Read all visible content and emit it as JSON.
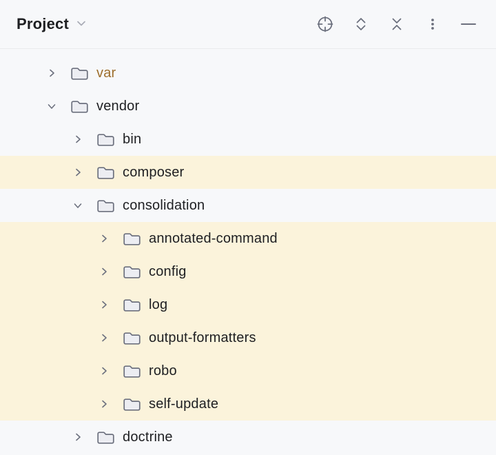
{
  "header": {
    "title": "Project",
    "title_chevron": "chevron-down-icon",
    "icons": [
      {
        "name": "locate-opened-file-icon"
      },
      {
        "name": "expand-all-icon"
      },
      {
        "name": "collapse-all-icon"
      },
      {
        "name": "more-options-icon"
      },
      {
        "name": "hide-panel-icon"
      }
    ]
  },
  "tree": {
    "items": [
      {
        "label": "var",
        "level": 1,
        "expanded": false,
        "highlighted": false,
        "text_style": "excluded"
      },
      {
        "label": "vendor",
        "level": 1,
        "expanded": true,
        "highlighted": false,
        "text_style": "normal"
      },
      {
        "label": "bin",
        "level": 2,
        "expanded": false,
        "highlighted": false,
        "text_style": "normal"
      },
      {
        "label": "composer",
        "level": 2,
        "expanded": false,
        "highlighted": true,
        "text_style": "normal"
      },
      {
        "label": "consolidation",
        "level": 2,
        "expanded": true,
        "highlighted": false,
        "text_style": "normal"
      },
      {
        "label": "annotated-command",
        "level": 3,
        "expanded": false,
        "highlighted": true,
        "text_style": "normal"
      },
      {
        "label": "config",
        "level": 3,
        "expanded": false,
        "highlighted": true,
        "text_style": "normal"
      },
      {
        "label": "log",
        "level": 3,
        "expanded": false,
        "highlighted": true,
        "text_style": "normal"
      },
      {
        "label": "output-formatters",
        "level": 3,
        "expanded": false,
        "highlighted": true,
        "text_style": "normal"
      },
      {
        "label": "robo",
        "level": 3,
        "expanded": false,
        "highlighted": true,
        "text_style": "normal"
      },
      {
        "label": "self-update",
        "level": 3,
        "expanded": false,
        "highlighted": true,
        "text_style": "normal"
      },
      {
        "label": "doctrine",
        "level": 2,
        "expanded": false,
        "highlighted": false,
        "text_style": "normal"
      }
    ]
  },
  "colors": {
    "panel_bg": "#F7F8FA",
    "highlight_bg": "#FBF3DB",
    "divider": "#E9EAED",
    "icon_grey": "#6C707E",
    "text_primary": "#1E1F22",
    "excluded_dir_text": "#9E6F2D",
    "folder_fill": "#ECEDF2",
    "folder_stroke": "#6C707E"
  }
}
